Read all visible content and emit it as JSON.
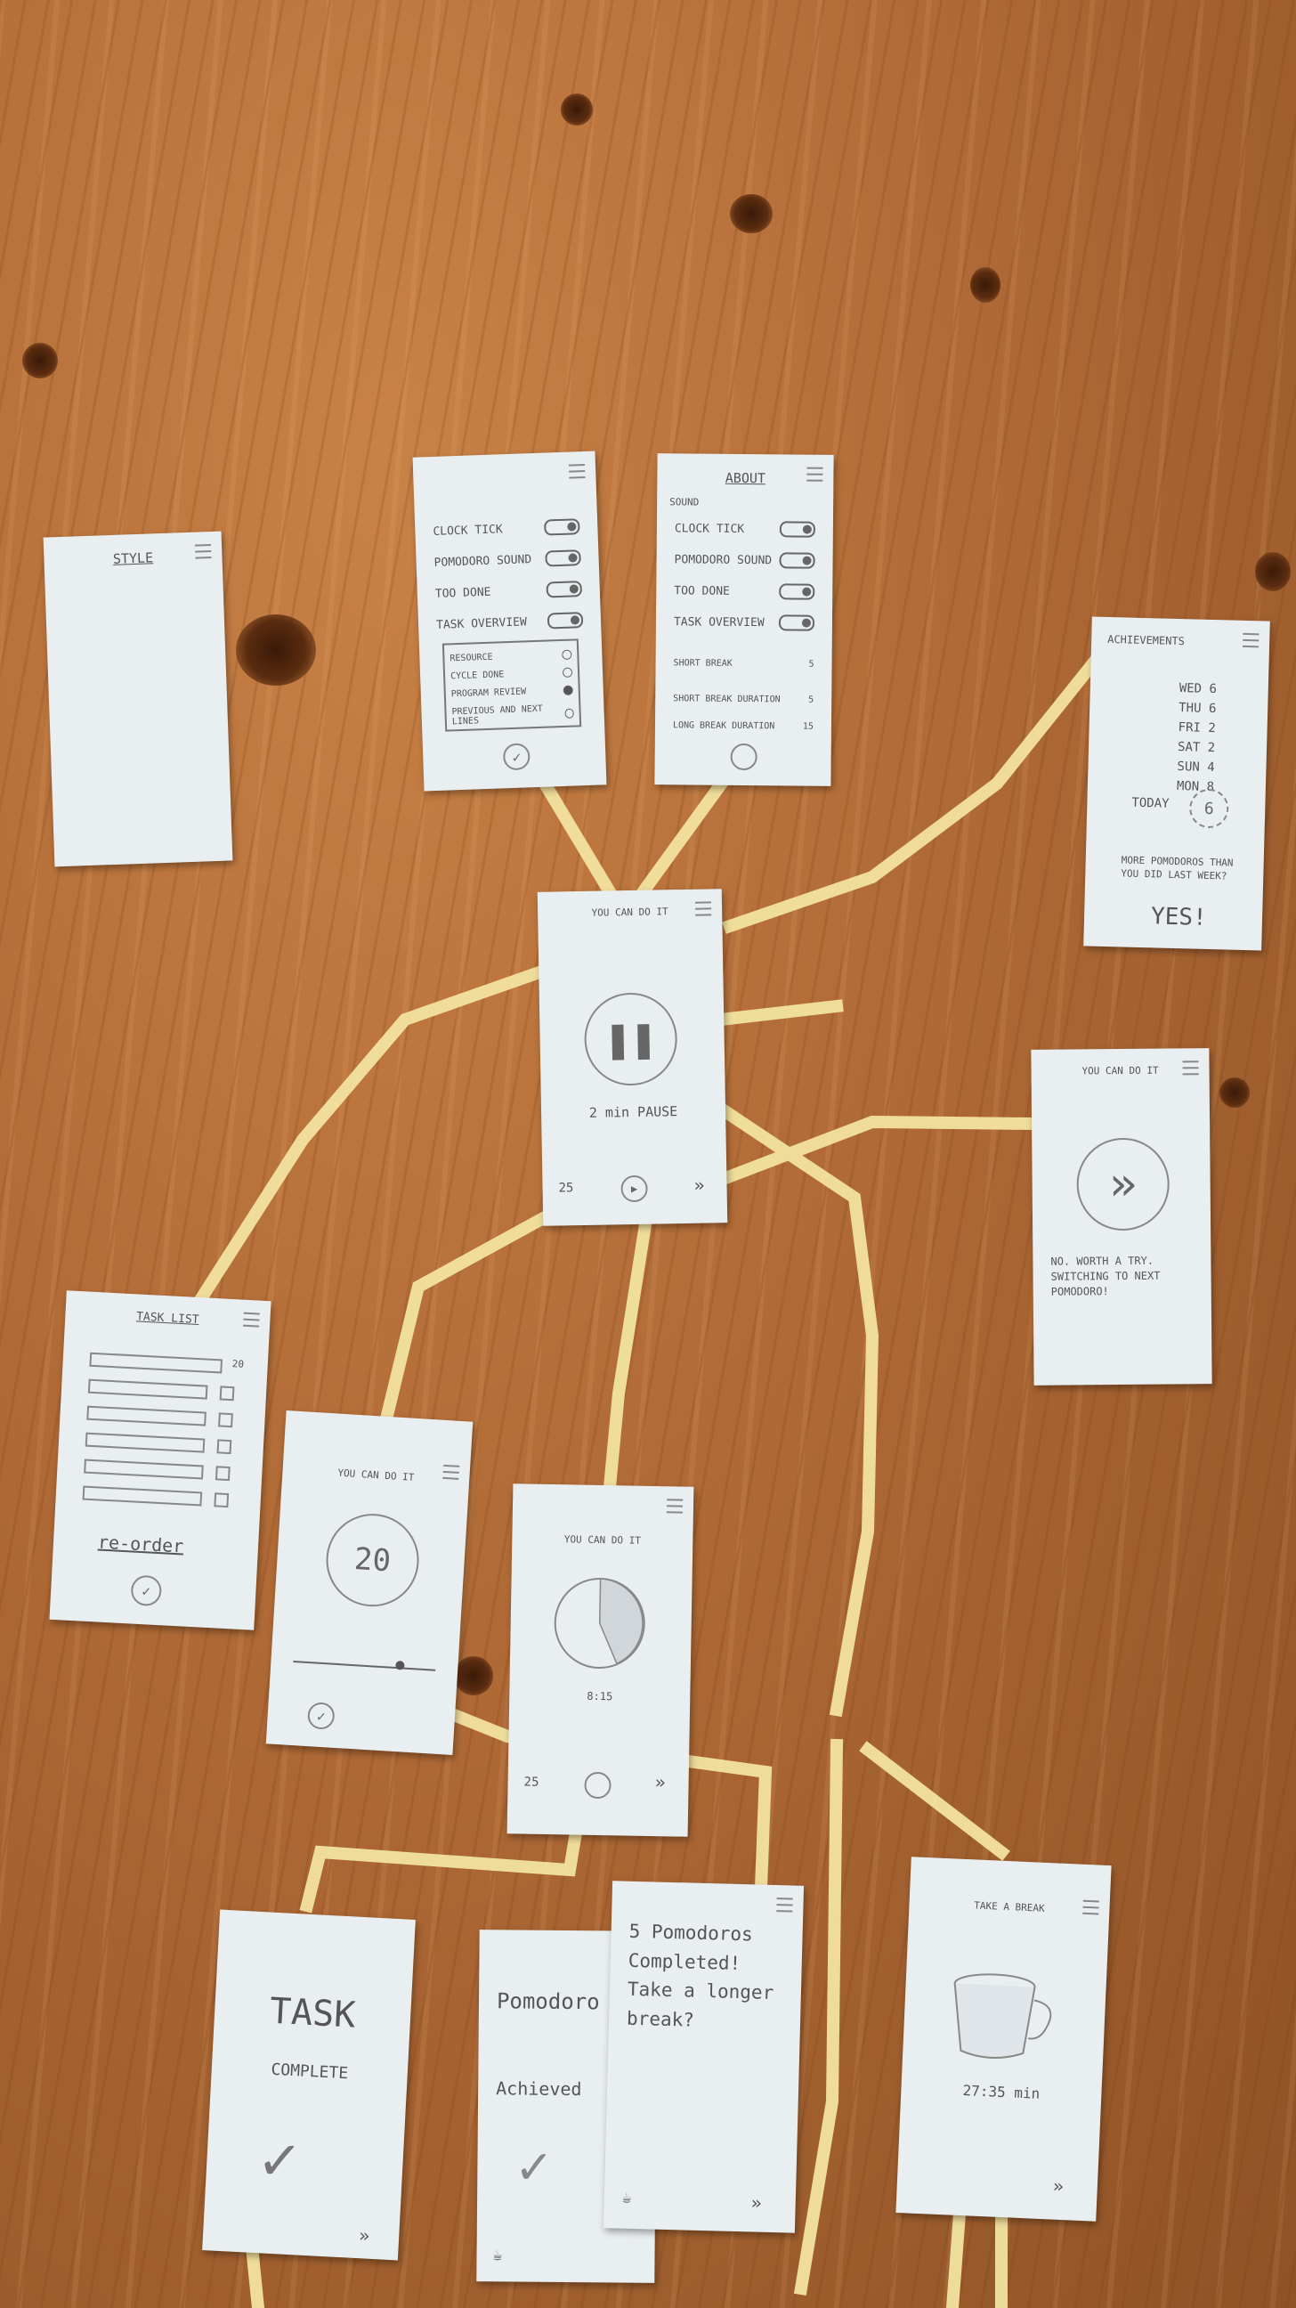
{
  "colors": {
    "table": "#b06a36",
    "card": "#e9eef1",
    "tape": "#f3e3a0",
    "sketch": "#555555"
  },
  "style_card": {
    "title": "STYLE"
  },
  "settings_card": {
    "toggles": [
      "CLOCK TICK",
      "POMODORO SOUND",
      "TOO DONE",
      "TASK OVERVIEW"
    ],
    "options": [
      "RESOURCE",
      "CYCLE DONE",
      "PROGRAM REVIEW",
      "PREVIOUS AND NEXT LINES"
    ]
  },
  "about_card": {
    "title": "ABOUT",
    "section": "SOUND",
    "toggles": [
      "CLOCK TICK",
      "POMODORO SOUND",
      "TOO DONE",
      "TASK OVERVIEW"
    ],
    "items": [
      {
        "label": "SHORT BREAK",
        "value": "5"
      },
      {
        "label": "SHORT BREAK DURATION",
        "value": "5"
      },
      {
        "label": "LONG BREAK DURATION",
        "value": "15"
      }
    ]
  },
  "achievements_card": {
    "title": "ACHIEVEMENTS",
    "days": [
      "WED 6",
      "THU 6",
      "FRI 2",
      "SAT 2",
      "SUN 4",
      "MON 8"
    ],
    "today_label": "TODAY",
    "today_value": "6",
    "question": "MORE POMODOROS THAN YOU DID LAST WEEK?",
    "answer": "YES!"
  },
  "pause_card": {
    "title": "YOU CAN DO IT",
    "status": "2 min PAUSE",
    "count": "25",
    "skip": "»"
  },
  "skip_card": {
    "title": "YOU CAN DO IT",
    "message": "NO. WORTH A TRY. SWITCHING TO NEXT POMODORO!"
  },
  "tasklist_card": {
    "title": "TASK LIST",
    "footer": "re-order",
    "first_count": "20"
  },
  "timer_card": {
    "title": "YOU CAN DO IT",
    "value": "20"
  },
  "pie_card": {
    "title": "YOU CAN DO IT",
    "time": "8:15",
    "count": "25",
    "skip": "»"
  },
  "complete_card": {
    "line1": "TASK",
    "line2": "COMPLETE"
  },
  "pomodoro_card": {
    "line1": "Pomodoro",
    "line2": "Achieved"
  },
  "five_card": {
    "text": "5 Pomodoros Completed! Take a longer break?",
    "skip": "»"
  },
  "break_card": {
    "title": "TAKE A BREAK",
    "time": "27:35 min",
    "skip": "»"
  }
}
